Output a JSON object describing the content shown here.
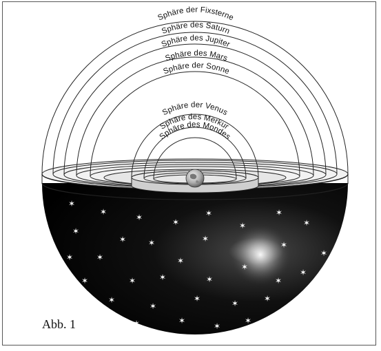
{
  "figure": {
    "caption": "Abb. 1",
    "spheres": {
      "fixsterne": "Sphäre der Fixsterne",
      "saturn": "Sphäre des Saturn",
      "jupiter": "Sphäre des Jupiter",
      "mars": "Sphäre des Mars",
      "sonne": "Sphäre der Sonne",
      "venus": "Sphäre der Venus",
      "merkur": "Sphäre des Merkur",
      "mond": "Sphäre des Mondes"
    },
    "center_body": "earth-globe",
    "colors": {
      "background": "#ffffff",
      "line": "#222222",
      "dark_hemisphere": "#0a0a0a",
      "stars": "#ffffff"
    }
  }
}
